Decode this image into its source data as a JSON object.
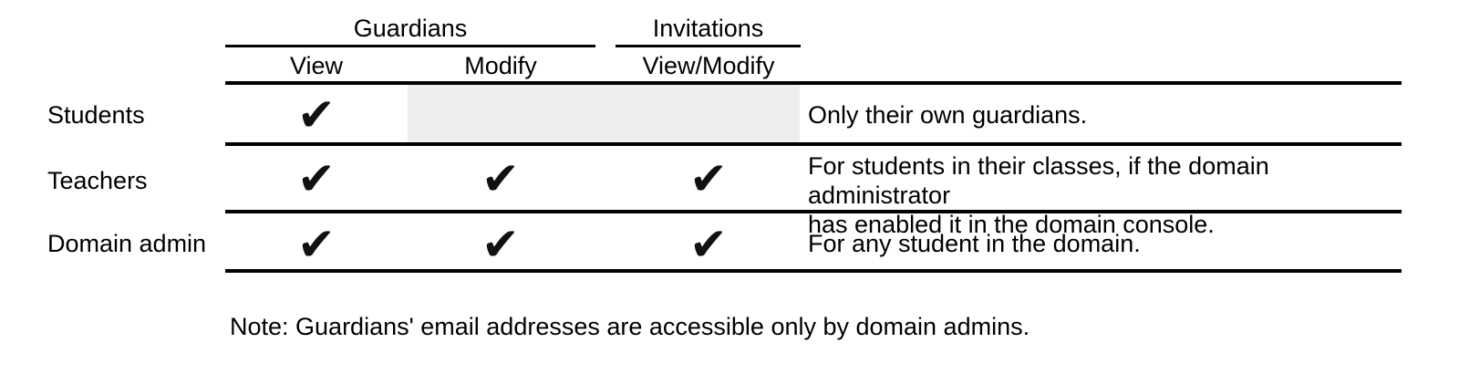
{
  "colors": {
    "background": "#ffffff",
    "text": "#000000",
    "rule": "#000000",
    "check": "#111111",
    "disabled_cell_bg": "#eeeeee"
  },
  "table": {
    "check_glyph": "✔",
    "column_groups": [
      {
        "label": "Guardians",
        "columns": [
          "View",
          "Modify"
        ]
      },
      {
        "label": "Invitations",
        "columns": [
          "View/Modify"
        ]
      }
    ],
    "rows": [
      {
        "label": "Students",
        "cells": [
          "✔",
          "",
          ""
        ],
        "disabled_columns": [
          "Modify",
          "View/Modify"
        ],
        "note_lines": [
          "Only their own guardians."
        ]
      },
      {
        "label": "Teachers",
        "cells": [
          "✔",
          "✔",
          "✔"
        ],
        "note_lines": [
          "For students in their classes, if the domain administrator",
          "has enabled it in the domain console."
        ]
      },
      {
        "label": "Domain admin",
        "cells": [
          "✔",
          "✔",
          "✔"
        ],
        "note_lines": [
          "For any student in the domain."
        ]
      }
    ]
  },
  "footnote": "Note: Guardians' email addresses are accessible only by domain admins."
}
